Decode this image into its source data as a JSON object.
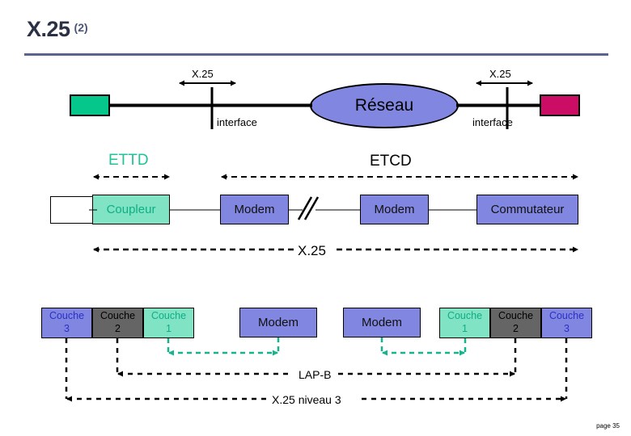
{
  "slide": {
    "title_main": "X.25",
    "title_sup": "(2)",
    "page_label": "page 35",
    "accent_rule_color": "#5b6490"
  },
  "top_diagram": {
    "terminal_left": {
      "icon": "green-terminal-box",
      "color": "#05c78c"
    },
    "terminal_right": {
      "icon": "magenta-terminal-box",
      "color": "#cc0d66"
    },
    "network_ellipse": {
      "label": "Réseau",
      "color": "#8186e0"
    },
    "left_interface": {
      "span_label": "X.25",
      "caption": "interface"
    },
    "right_interface": {
      "span_label": "X.25",
      "caption": "interface"
    }
  },
  "middle_diagram": {
    "section_labels": [
      {
        "label": "ETTD",
        "color": "#1fc39a"
      },
      {
        "label": "ETCD",
        "color": "#000000"
      }
    ],
    "boxes": [
      {
        "label": "",
        "name": "computer-box"
      },
      {
        "label": "Coupleur",
        "color": "#7fe3c4"
      },
      {
        "label": "Modem",
        "color": "#8186e0"
      },
      {
        "label": "Modem",
        "color": "#8186e0"
      },
      {
        "label": "Commutateur",
        "color": "#8186e0"
      }
    ],
    "span_label": "X.25"
  },
  "bottom_diagram": {
    "left_layers": [
      {
        "name": "Couche",
        "number": "3",
        "color": "#8186e0"
      },
      {
        "name": "Couche",
        "number": "2",
        "color": "#656565"
      },
      {
        "name": "Couche",
        "number": "1",
        "color": "#7fe3c4"
      }
    ],
    "modems": [
      {
        "label": "Modem"
      },
      {
        "label": "Modem"
      }
    ],
    "right_layers": [
      {
        "name": "Couche",
        "number": "1",
        "color": "#7fe3c4"
      },
      {
        "name": "Couche",
        "number": "2",
        "color": "#656565"
      },
      {
        "name": "Couche",
        "number": "3",
        "color": "#8186e0"
      }
    ],
    "span_labels": [
      {
        "label": "LAP-B"
      },
      {
        "label": "X.25 niveau 3"
      }
    ]
  }
}
